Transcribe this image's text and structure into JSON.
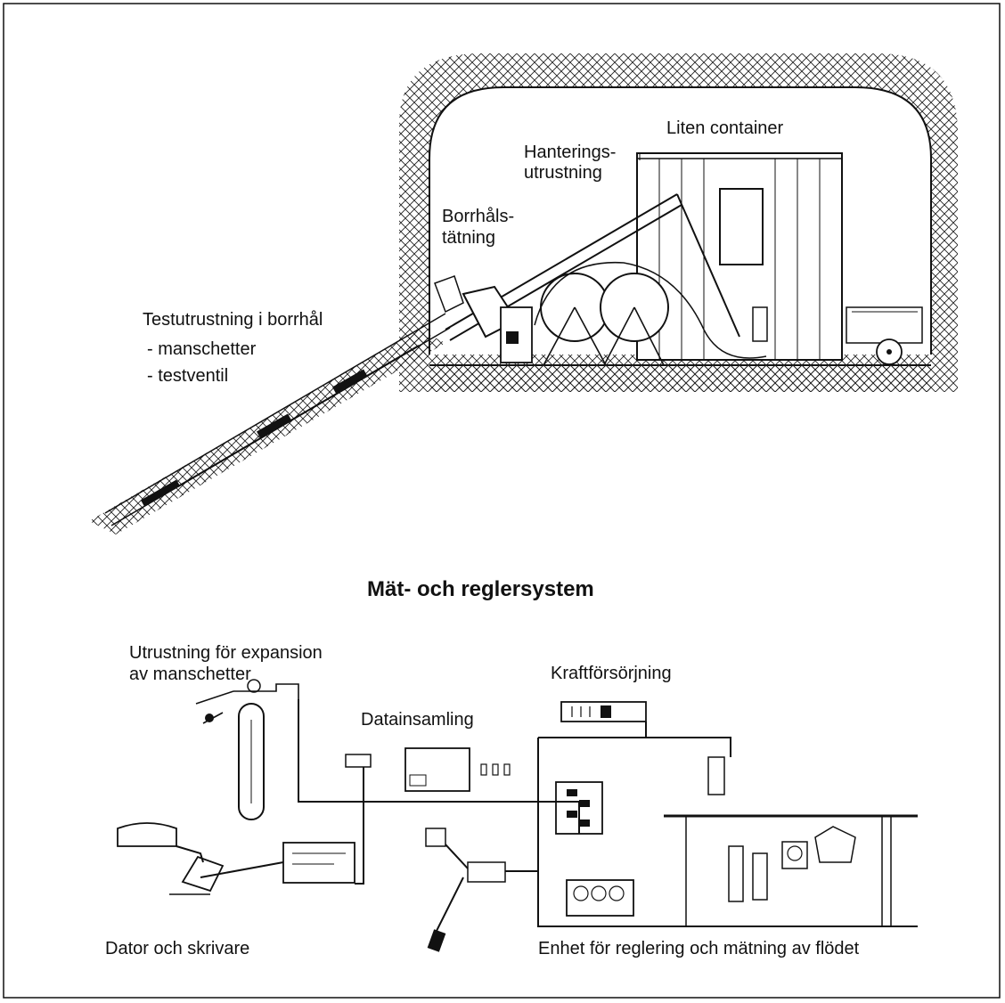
{
  "top_diagram": {
    "label_container": "Liten container",
    "label_handling_1": "Hanterings-",
    "label_handling_2": "utrustning",
    "label_seal_1": "Borrhåls-",
    "label_seal_2": "tätning",
    "label_test_1": "Testutrustning i borrhål",
    "label_test_2": "- manschetter",
    "label_test_3": "- testventil"
  },
  "section_title": "Mät- och reglersystem",
  "bottom_diagram": {
    "label_expansion_1": "Utrustning för expansion",
    "label_expansion_2": "av manschetter",
    "label_power": "Kraftförsörjning",
    "label_data": "Datainsamling",
    "label_computer": "Dator och skrivare",
    "label_flow": "Enhet för reglering och mätning av flödet"
  },
  "colors": {
    "ink": "#111111",
    "paper": "#ffffff"
  }
}
